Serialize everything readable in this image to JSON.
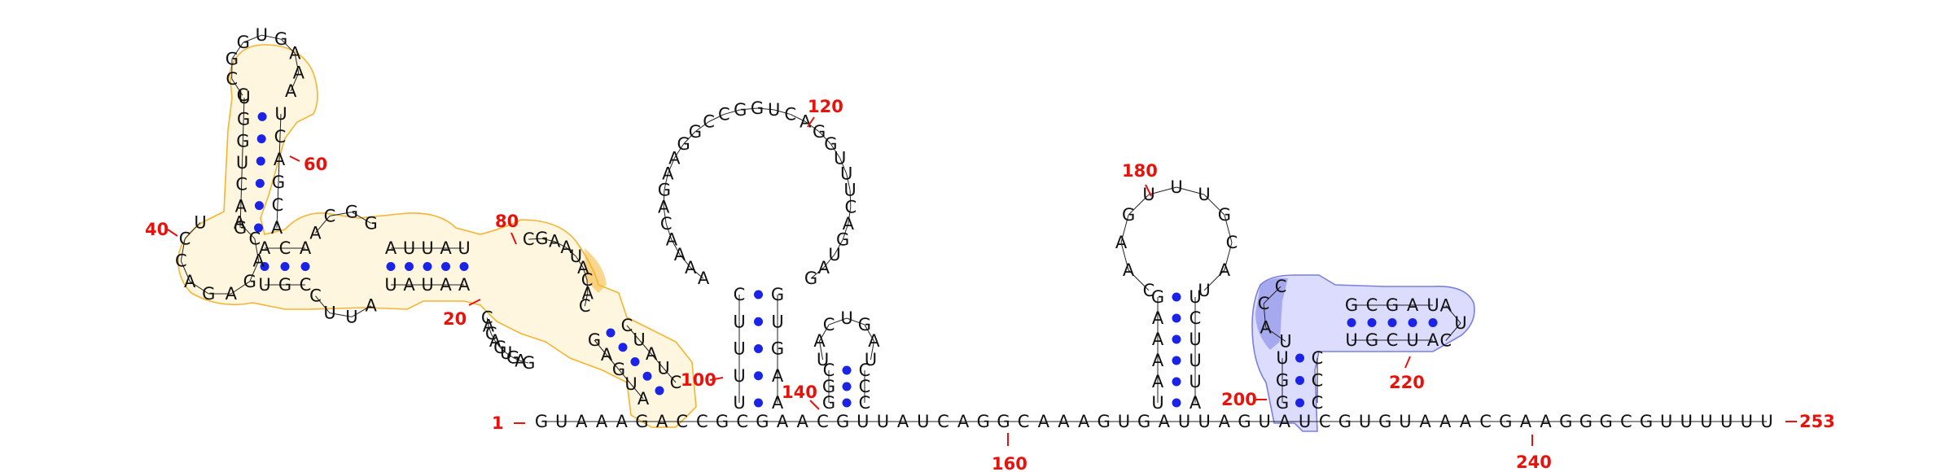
{
  "colors": {
    "pair_dot": "#1a23e6",
    "label": "#e8120c",
    "highlight_yellow": "#f5b431",
    "highlight_blue": "#7a7fe0"
  },
  "tail_sequence": "GUAAAGACCGCGAACGUUAUCAGGCAAAGUGAUUAGUAUCGUGUAAACGAAGGGCGUUUUUU",
  "stem_100": {
    "left": "UUUUC",
    "right": "AAGUG"
  },
  "loop_120": "AAAACAGAAGGCCGGUCAGGUUUCAGUAG",
  "hairpin_140": {
    "stem_left": "GGC",
    "stem_right": "CCC",
    "loop": "UACUGAU"
  },
  "hairpin_180": {
    "stem_left": "UAAAAG",
    "stem_right": "AUUUCU",
    "loop": "CAAGUUUGCAU"
  },
  "hairpin_200": {
    "lower_left": "GGU",
    "lower_right": "CCC",
    "upper_left": "GCGAU",
    "upper_right": "UGCUA",
    "loop": "AUC",
    "bulge": "UACC"
  },
  "stem_upper_left": {
    "left": "GACUGGU",
    "right": "ACGACU"
  },
  "loop_40": "ACAGAGACCU",
  "loop_top": "CCGGUGAAA",
  "internal_ACA": {
    "top": "ACA",
    "bottom": "UGC",
    "loop_top": "ACGG",
    "loop_bottom": "AUUC"
  },
  "stem_AUUAU": {
    "top": "AUUAU",
    "bottom": "UAUAA"
  },
  "loop_80": "CGAAUACAC",
  "stem_right_arm": {
    "left": "GAGUA",
    "right": "CUAUC"
  },
  "loop_20": "GAGUGACAC",
  "labels": {
    "n1": "1",
    "n20": "20",
    "n40": "40",
    "n60": "60",
    "n80": "80",
    "n100": "100",
    "n120": "120",
    "n140": "140",
    "n160": "160",
    "n180": "180",
    "n200": "200",
    "n220": "220",
    "n240": "240",
    "n253": "253"
  }
}
